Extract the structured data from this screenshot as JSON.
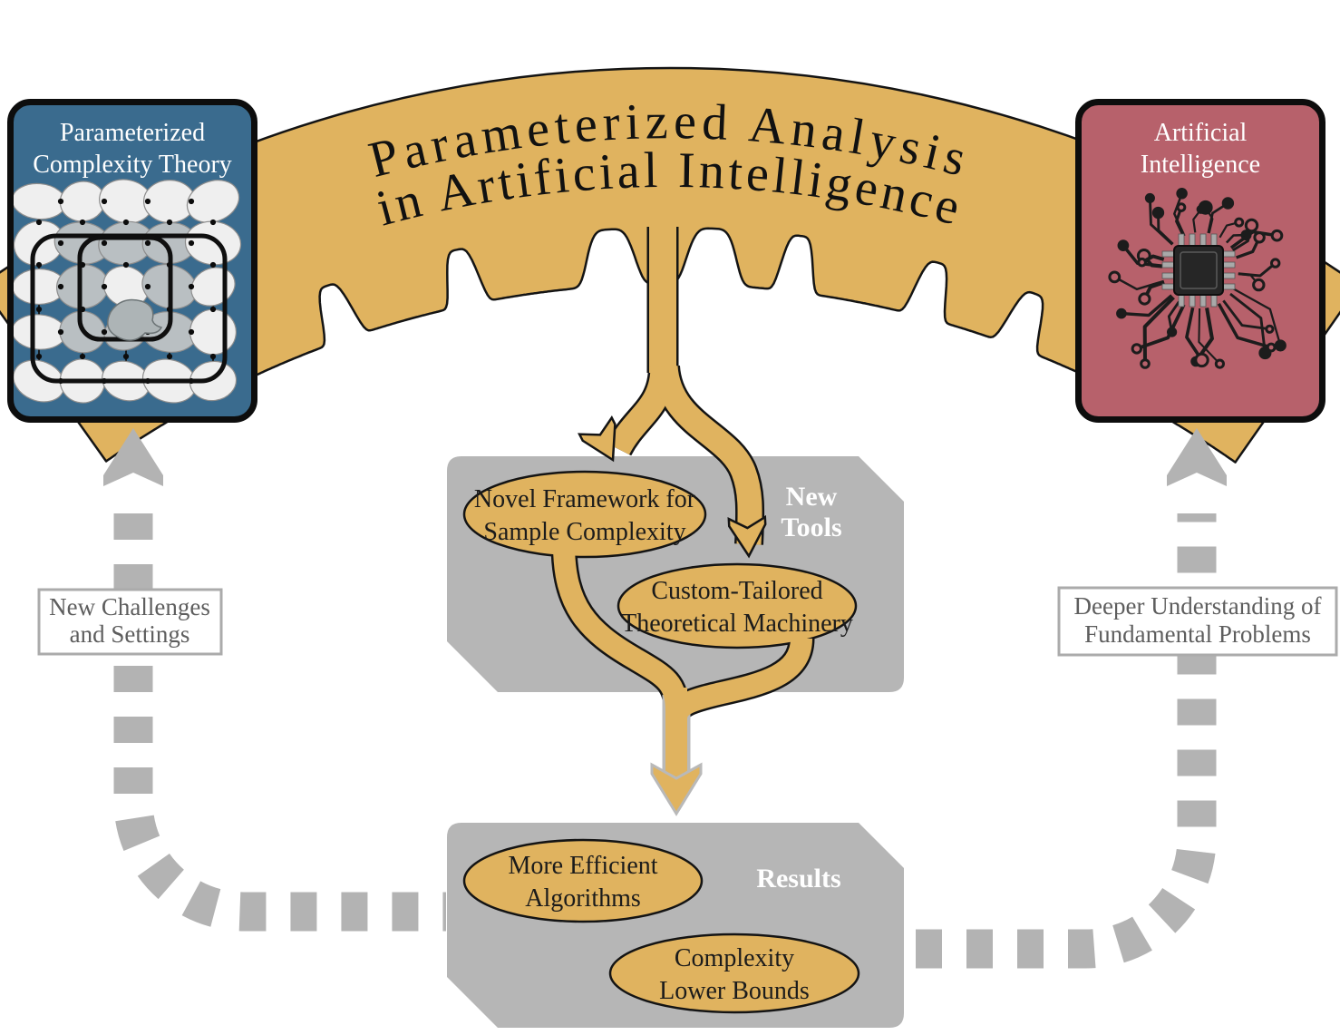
{
  "figure": {
    "arch_title": {
      "line1": "Parameterized Analysis",
      "line2": "in Artificial Intelligence"
    },
    "pct_box": {
      "title_line1": "Parameterized",
      "title_line2": "Complexity Theory"
    },
    "ai_box": {
      "title_line1": "Artificial",
      "title_line2": "Intelligence"
    },
    "new_tools_box": {
      "label_line1": "New",
      "label_line2": "Tools",
      "ellipse1": {
        "line1": "Novel Framework for",
        "line2": "Sample Complexity"
      },
      "ellipse2": {
        "line1": "Custom-Tailored",
        "line2": "Theoretical Machinery"
      }
    },
    "results_box": {
      "label": "Results",
      "ellipse1": {
        "line1": "More Efficient",
        "line2": "Algorithms"
      },
      "ellipse2": {
        "line1": "Complexity",
        "line2": "Lower Bounds"
      }
    },
    "left_loop_label": {
      "line1": "New Challenges",
      "line2": "and Settings"
    },
    "right_loop_label": {
      "line1": "Deeper Understanding of",
      "line2": "Fundamental Problems"
    },
    "colors": {
      "gold": "#e0b35f",
      "gray_box": "#b6b6b6",
      "dash_gray": "#b3b3b3",
      "pct_blue": "#3a6b8e",
      "ai_red": "#b7616b",
      "outline": "#141414"
    }
  }
}
